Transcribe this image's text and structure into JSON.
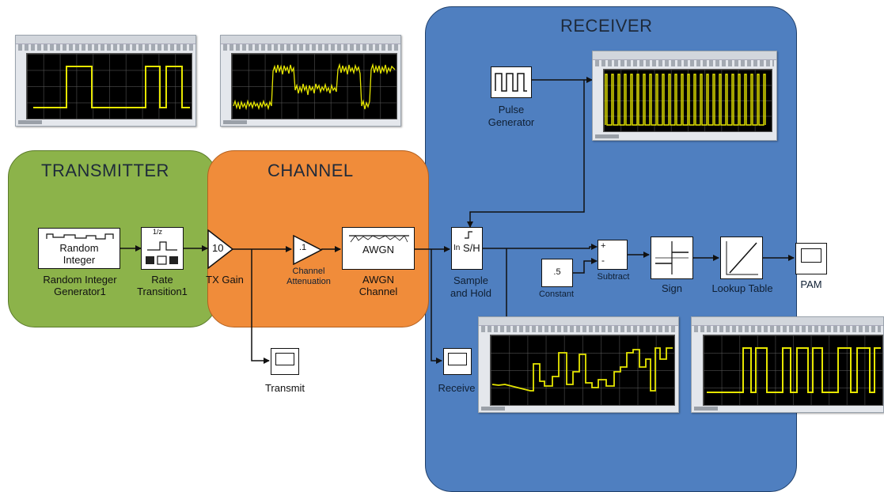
{
  "regions": {
    "transmitter": "TRANSMITTER",
    "channel": "CHANNEL",
    "receiver": "RECEIVER"
  },
  "blocks": {
    "random_integer": {
      "inner_line1": "Random",
      "inner_line2": "Integer",
      "label_line1": "Random Integer",
      "label_line2": "Generator1"
    },
    "rate_transition": {
      "inner": "1/z",
      "label_line1": "Rate",
      "label_line2": "Transition1"
    },
    "tx_gain": {
      "value": "10",
      "label": "TX Gain"
    },
    "channel_attenuation": {
      "value": ".1",
      "label_line1": "Channel",
      "label_line2": "Attenuation"
    },
    "awgn": {
      "inner": "AWGN",
      "label_line1": "AWGN",
      "label_line2": "Channel"
    },
    "transmit_scope": {
      "label": "Transmit"
    },
    "pulse_generator": {
      "label_line1": "Pulse",
      "label_line2": "Generator"
    },
    "sample_hold": {
      "inner_in": "In",
      "inner": "S/H",
      "label_line1": "Sample",
      "label_line2": "and Hold"
    },
    "receive_scope": {
      "label": "Receive"
    },
    "constant": {
      "value": ".5",
      "label": "Constant"
    },
    "subtract": {
      "plus": "+",
      "minus": "-",
      "label": "Subtract"
    },
    "sign": {
      "label": "Sign"
    },
    "lookup_table": {
      "label": "Lookup Table"
    },
    "pam_scope": {
      "label": "PAM"
    }
  },
  "colors": {
    "transmitter_bg": "#8cb34a",
    "channel_bg": "#f08c3a",
    "receiver_bg": "#4f7fc0",
    "trace": "#e6e600",
    "wire": "#111111"
  },
  "scope_windows": [
    {
      "id": "transmit-scope-window",
      "signal": "binary-square-wave"
    },
    {
      "id": "channel-scope-window",
      "signal": "noisy-square-wave"
    },
    {
      "id": "pulse-scope-window",
      "signal": "pulse-train"
    },
    {
      "id": "receive-scope-window",
      "signal": "sampled-noisy-steps"
    },
    {
      "id": "pam-scope-window",
      "signal": "recovered-square-wave"
    }
  ]
}
